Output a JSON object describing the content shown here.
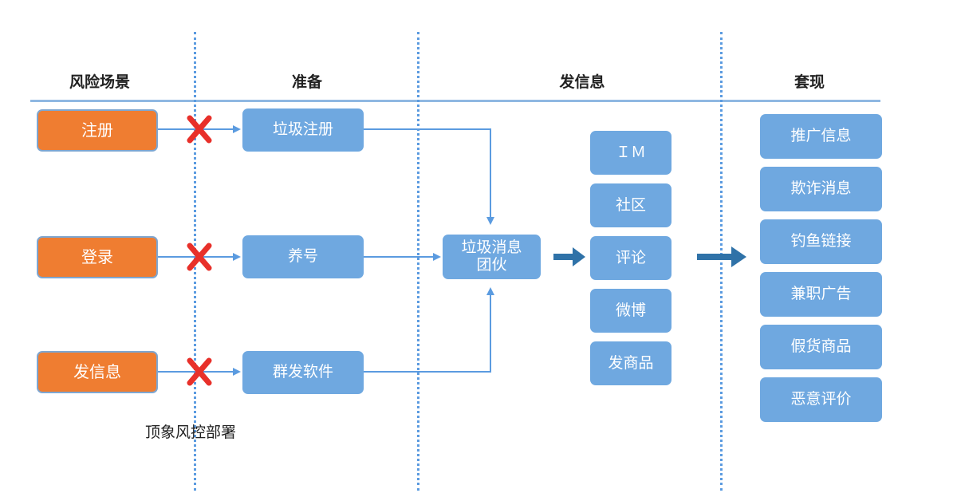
{
  "headers": {
    "scene": "风险场景",
    "prepare": "准备",
    "send": "发信息",
    "cashout": "套现"
  },
  "risk_scenes": [
    "注册",
    "登录",
    "发信息"
  ],
  "prep_actions": [
    "垃圾注册",
    "养号",
    "群发软件"
  ],
  "spam_group": "垃圾消息\n团伙",
  "channels": [
    "ＩＭ",
    "社区",
    "评论",
    "微博",
    "发商品"
  ],
  "cashout_items": [
    "推广信息",
    "欺诈消息",
    "钓鱼链接",
    "兼职广告",
    "假货商品",
    "恶意评价"
  ],
  "deployment_note": "顶象风控部署",
  "colors": {
    "risk_box": "#ef7d31",
    "process_box": "#6fa8e0",
    "arrow": "#5b9be0",
    "thick_arrow": "#2f72a8",
    "block_mark": "#e8302a",
    "divider": "#5b9be0"
  }
}
